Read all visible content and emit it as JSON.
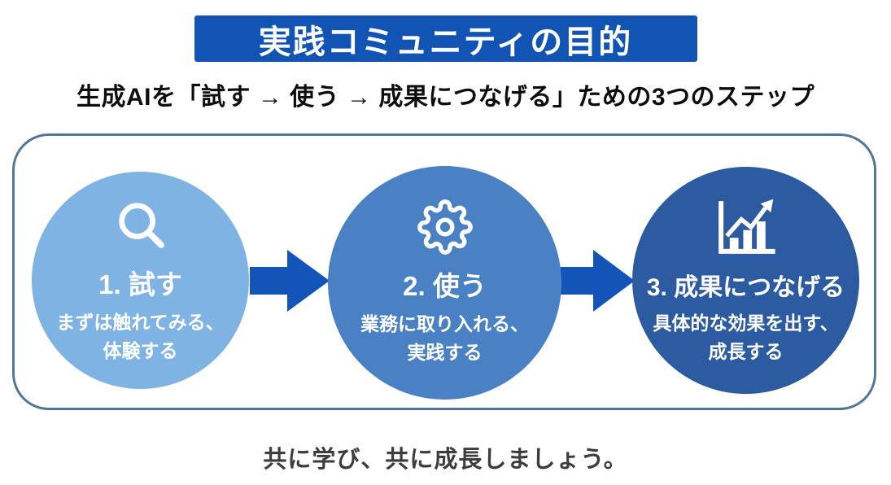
{
  "title": "実践コミュニティの目的",
  "subtitle": "生成AIを「試す → 使う → 成果につなげる」ための3つのステップ",
  "footer": "共に学び、共に成長しましょう。",
  "steps": [
    {
      "label": "1. 試す",
      "desc_line1": "まずは触れてみる、",
      "desc_line2": "体験する",
      "icon": "search-icon",
      "circle_color": "#7fb3e3"
    },
    {
      "label": "2. 使う",
      "desc_line1": "業務に取り入れる、",
      "desc_line2": "実践する",
      "icon": "gear-icon",
      "circle_color": "#4a80c4"
    },
    {
      "label": "3. 成果につなげる",
      "desc_line1": "具体的な効果を出す、",
      "desc_line2": "成長する",
      "icon": "bar-chart-growth-icon",
      "circle_color": "#2c5ba1"
    }
  ],
  "colors": {
    "banner_bg": "#1254b4",
    "banner_text": "#ffffff",
    "arrow": "#1254b8",
    "frame_border": "#527698",
    "subtitle_text": "#0d0d0d",
    "footer_text": "#3d3d3d",
    "circle_text": "#ffffff",
    "background": "#ffffff"
  }
}
